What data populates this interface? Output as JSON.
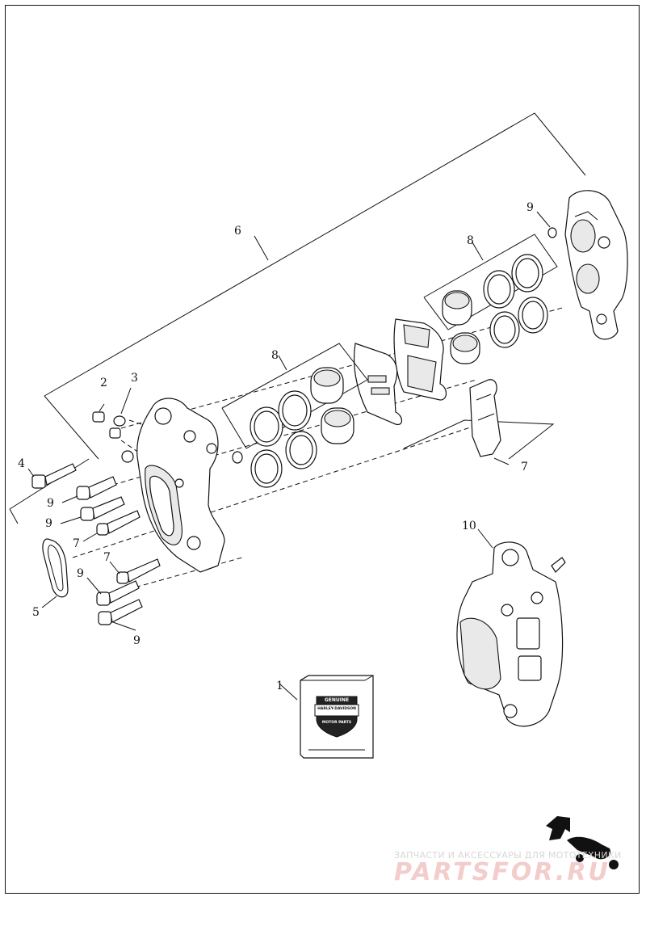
{
  "callouts": [
    {
      "id": "1",
      "text": "1"
    },
    {
      "id": "2",
      "text": "2"
    },
    {
      "id": "3",
      "text": "3"
    },
    {
      "id": "4",
      "text": "4"
    },
    {
      "id": "5",
      "text": "5"
    },
    {
      "id": "6",
      "text": "6"
    },
    {
      "id": "7a",
      "text": "7"
    },
    {
      "id": "7b",
      "text": "7"
    },
    {
      "id": "7c",
      "text": "7"
    },
    {
      "id": "8a",
      "text": "8"
    },
    {
      "id": "8b",
      "text": "8"
    },
    {
      "id": "9a",
      "text": "9"
    },
    {
      "id": "9b",
      "text": "9"
    },
    {
      "id": "9c",
      "text": "9"
    },
    {
      "id": "9d",
      "text": "9"
    },
    {
      "id": "9e",
      "text": "9"
    },
    {
      "id": "10",
      "text": "10"
    }
  ],
  "badge": {
    "line1": "GENUINE",
    "line2": "HARLEY-DAVIDSON",
    "line3": "MOTOR PARTS"
  },
  "watermark": {
    "tagline": "ЗАПЧАСТИ И АКСЕССУАРЫ ДЛЯ МОТОТЕХНИКИ",
    "brand": "PARTSFOR.RU"
  },
  "colors": {
    "line": "#111111",
    "watermark_red": "#f3cccc",
    "watermark_grey": "#d7d7d7"
  }
}
